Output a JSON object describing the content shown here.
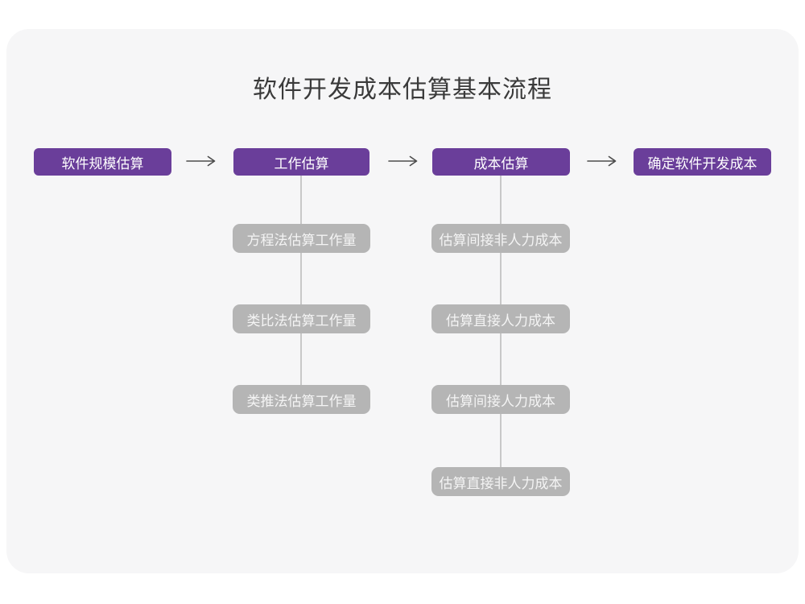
{
  "title": "软件开发成本估算基本流程",
  "flow": {
    "stages": [
      {
        "label": "软件规模估算"
      },
      {
        "label": "工作估算"
      },
      {
        "label": "成本估算"
      },
      {
        "label": "确定软件开发成本"
      }
    ],
    "work_methods": [
      "方程法估算工作量",
      "类比法估算工作量",
      "类推法估算工作量"
    ],
    "cost_items": [
      "估算间接非人力成本",
      "估算直接人力成本",
      "估算间接人力成本",
      "估算直接非人力成本"
    ]
  },
  "colors": {
    "canvas_background": "#f6f6f7",
    "stage_fill": "#6a3e9a",
    "stage_text": "#ffffff",
    "sub_fill": "#b5b5b5",
    "sub_text": "#f4f4f4",
    "connector_line": "#c8c8c8",
    "arrow": "#4d4d4d",
    "title_text": "#3a3a3a"
  }
}
